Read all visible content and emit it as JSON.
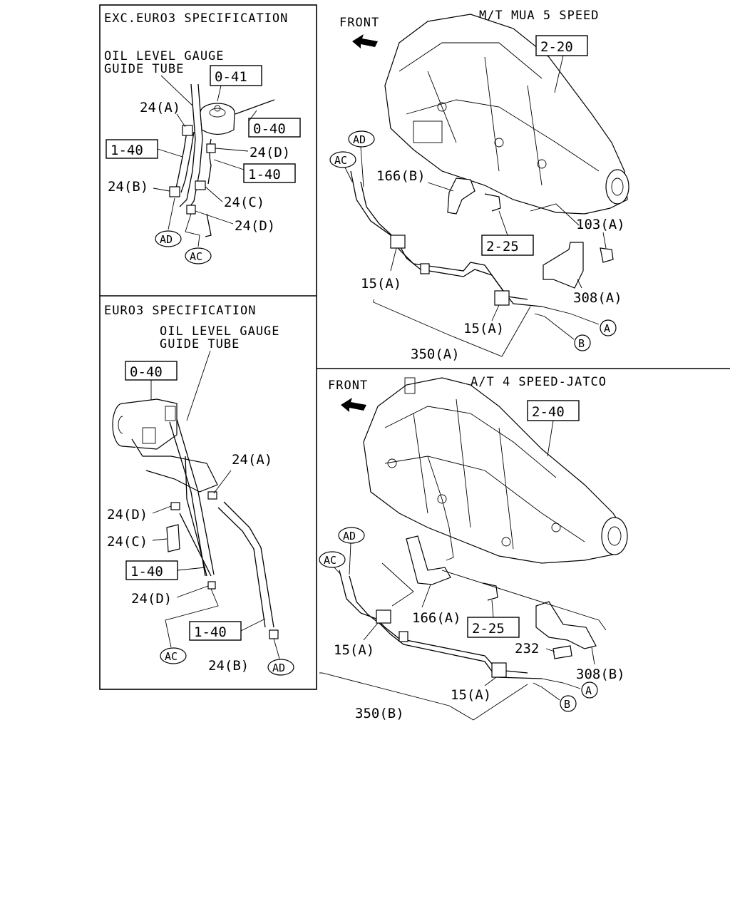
{
  "panels": {
    "exc_euro3": {
      "title": "EXC.EURO3 SPECIFICATION",
      "guide_line1": "OIL LEVEL GAUGE",
      "guide_line2": "GUIDE TUBE",
      "ref_0_41": "0-41",
      "ref_0_40": "0-40",
      "ref_1_40_left": "1-40",
      "ref_1_40_right": "1-40",
      "lbl_24a": "24(A)",
      "lbl_24d_top": "24(D)",
      "lbl_24b": "24(B)",
      "lbl_24c": "24(C)",
      "lbl_24d_bottom": "24(D)",
      "conn_ad": "AD",
      "conn_ac": "AC"
    },
    "euro3": {
      "title": "EURO3 SPECIFICATION",
      "guide_line1": "OIL LEVEL GAUGE",
      "guide_line2": "GUIDE TUBE",
      "ref_0_40": "0-40",
      "lbl_24a": "24(A)",
      "lbl_24d_top": "24(D)",
      "lbl_24c": "24(C)",
      "ref_1_40_upper": "1-40",
      "lbl_24d_bottom": "24(D)",
      "ref_1_40_lower": "1-40",
      "lbl_24b": "24(B)",
      "conn_ac": "AC",
      "conn_ad": "AD"
    },
    "mt": {
      "front": "FRONT",
      "title": "M/T MUA 5 SPEED",
      "ref_2_20": "2-20",
      "conn_ad": "AD",
      "conn_ac": "AC",
      "lbl_166b": "166(B)",
      "ref_2_25": "2-25",
      "lbl_103a": "103(A)",
      "lbl_308a": "308(A)",
      "lbl_15a_left": "15(A)",
      "lbl_15a_right": "15(A)",
      "lbl_350a": "350(A)",
      "conn_a": "A",
      "conn_b": "B"
    },
    "at": {
      "front": "FRONT",
      "title": "A/T 4 SPEED-JATCO",
      "ref_2_40": "2-40",
      "conn_ad": "AD",
      "conn_ac": "AC",
      "lbl_166a": "166(A)",
      "ref_2_25": "2-25",
      "lbl_232": "232",
      "lbl_308b": "308(B)",
      "lbl_15a_left": "15(A)",
      "lbl_15a_right": "15(A)",
      "lbl_350b": "350(B)",
      "conn_a": "A",
      "conn_b": "B"
    }
  }
}
